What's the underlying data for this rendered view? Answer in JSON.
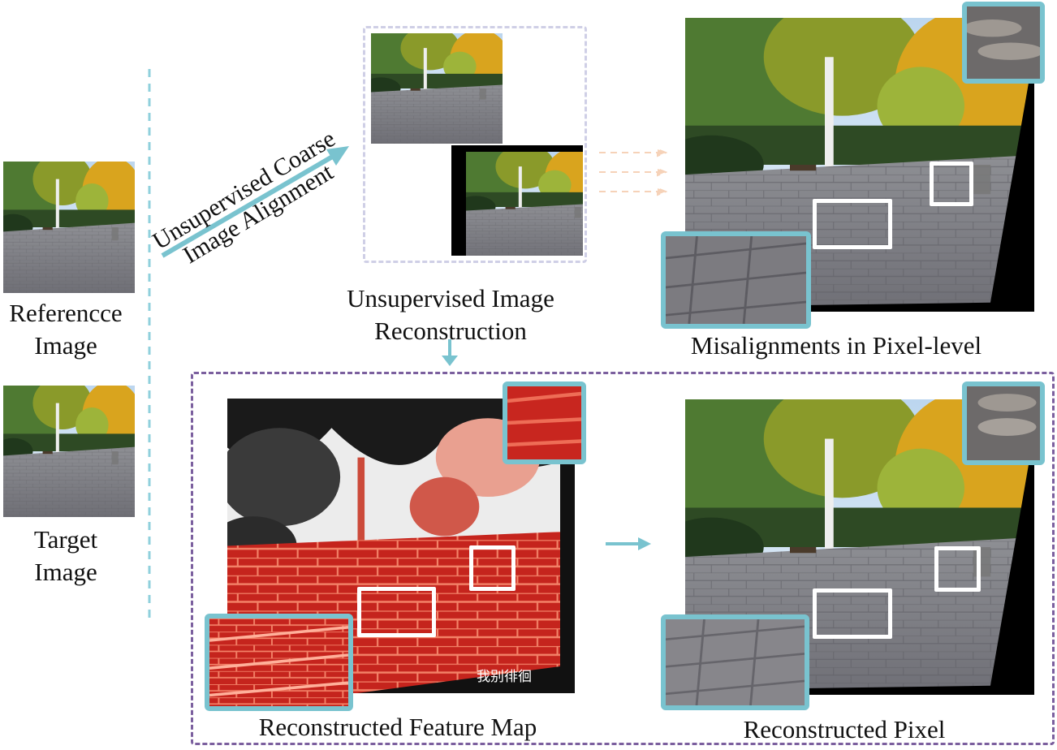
{
  "labels": {
    "reference": "Referencce Image",
    "target": "Target Image",
    "coarse_line1": "Unsupervised Coarse",
    "coarse_line2": "Image Alignment",
    "recon_line1": "Unsupervised Image",
    "recon_line2": "Reconstruction",
    "misalign": "Misalignments in Pixel-level",
    "feature_map": "Reconstructed Feature Map",
    "pixel": "Reconstructed Pixel"
  },
  "overlay_text": "我别徘徊",
  "colors": {
    "accent_cyan": "#79c3cf",
    "dash_lavender": "#cfcfe6",
    "dash_purple": "#7b5f9e",
    "arrow_peach": "#f6d2b8",
    "feature_red": "#c8261f"
  }
}
